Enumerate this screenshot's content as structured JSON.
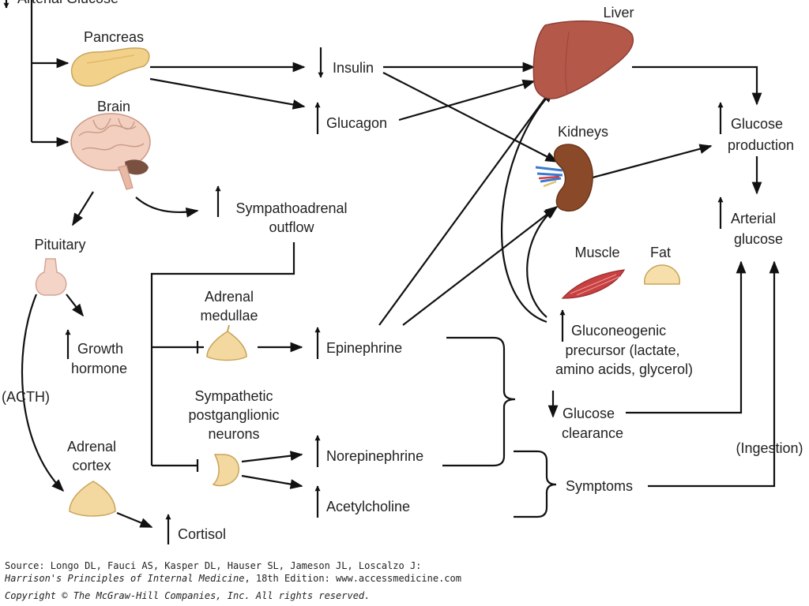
{
  "trigger": {
    "label": "Arterial Glucose"
  },
  "organs": {
    "pancreas": "Pancreas",
    "brain": "Brain",
    "liver": "Liver",
    "kidneys": "Kidneys",
    "pituitary": "Pituitary",
    "adrenal_medullae": [
      "Adrenal",
      "medullae"
    ],
    "sympathetic_neurons": [
      "Sympathetic",
      "postganglionic",
      "neurons"
    ],
    "adrenal_cortex": [
      "Adrenal",
      "cortex"
    ],
    "muscle": "Muscle",
    "fat": "Fat"
  },
  "hormones": {
    "insulin": "Insulin",
    "glucagon": "Glucagon",
    "sympathoadrenal": [
      "Sympathoadrenal",
      "outflow"
    ],
    "growth_hormone": [
      "Growth",
      "hormone"
    ],
    "acth": "(ACTH)",
    "cortisol": "Cortisol",
    "epinephrine": "Epinephrine",
    "norepinephrine": "Norepinephrine",
    "acetylcholine": "Acetylcholine"
  },
  "outcomes": {
    "glucose_production": [
      "Glucose",
      "production"
    ],
    "arterial_glucose": [
      "Arterial",
      "glucose"
    ],
    "gluconeogenic": [
      "Gluconeogenic",
      "precursor (lactate,",
      "amino acids, glycerol)"
    ],
    "glucose_clearance": [
      "Glucose",
      "clearance"
    ],
    "ingestion": "(Ingestion)",
    "symptoms": "Symptoms"
  },
  "source": {
    "prefix": "Source: Longo DL, Fauci AS, Kasper DL, Hauser SL, Jameson JL, Loscalzo J:",
    "book": "Harrison's Principles of Internal Medicine",
    "suffix": ", 18th Edition: www.accessmedicine.com",
    "copyright": "Copyright © The McGraw-Hill Companies, Inc. All rights reserved."
  },
  "colors": {
    "liver": "#b4584a",
    "kidney": "#8a4a2a",
    "pancreas": "#f2d28a",
    "brain": "#f3cfc0",
    "pituitary": "#f5d4c8",
    "adrenal": "#f3d9a0",
    "muscle": "#c94040",
    "fat": "#f6dfaa"
  }
}
